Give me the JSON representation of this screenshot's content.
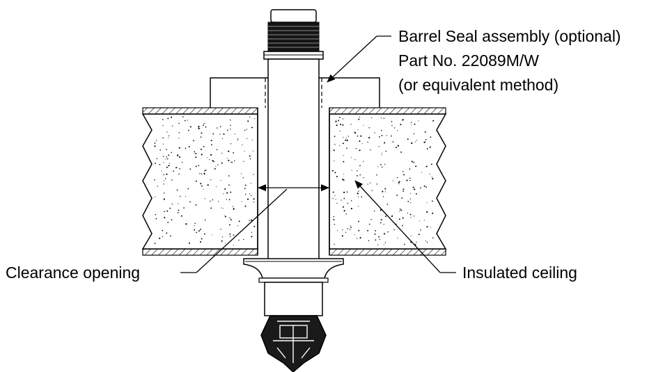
{
  "callouts": {
    "barrel_seal": {
      "line1": "Barrel Seal assembly (optional)",
      "line2": "Part No. 22089M/W",
      "line3": "(or equivalent method)"
    },
    "clearance": "Clearance opening",
    "ceiling": "Insulated ceiling"
  },
  "colors": {
    "line": "#000000",
    "background": "#ffffff"
  }
}
